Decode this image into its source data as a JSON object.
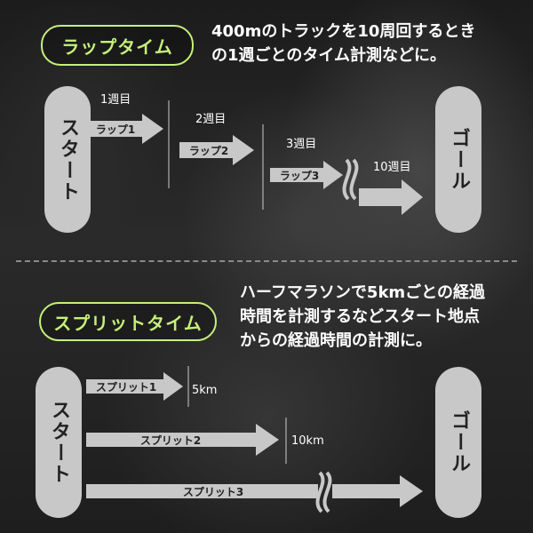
{
  "lap": {
    "title": "ラップタイム",
    "description": "400mのトラックを10周回するとき\nの1週ごとのタイム計測などに。",
    "start": "スタート",
    "goal": "ゴール",
    "arrows": [
      {
        "label": "ラップ1",
        "marker": "1週目"
      },
      {
        "label": "ラップ2",
        "marker": "2週目"
      },
      {
        "label": "ラップ3",
        "marker": "3週目"
      },
      {
        "label": "",
        "marker": "10週目"
      }
    ]
  },
  "split": {
    "title": "スプリットタイム",
    "description": "ハーフマラソンで5kmごとの経過\n時間を計測するなどスタート地点\nからの経過時間の計測に。",
    "start": "スタート",
    "goal": "ゴール",
    "arrows": [
      {
        "label": "スプリット1",
        "marker": "5km"
      },
      {
        "label": "スプリット2",
        "marker": "10km"
      },
      {
        "label": "スプリット3",
        "marker": ""
      }
    ]
  },
  "colors": {
    "accent": "#c6f07a",
    "arrow": "#c8c8c8",
    "text": "#ffffff"
  }
}
